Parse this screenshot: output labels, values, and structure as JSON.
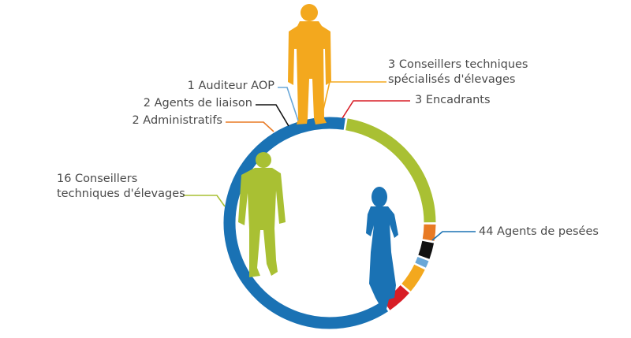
{
  "chart_data": {
    "type": "donut",
    "title": "",
    "total": 71,
    "series": [
      {
        "label_lines": [
          "44 Agents de pesées"
        ],
        "value": 44,
        "color": "#1a72b4"
      },
      {
        "label_lines": [
          "16 Conseillers",
          "techniques d'élevages"
        ],
        "value": 16,
        "color": "#a9c033"
      },
      {
        "label_lines": [
          "2 Administratifs"
        ],
        "value": 2,
        "color": "#e87a24"
      },
      {
        "label_lines": [
          "2 Agents de liaison"
        ],
        "value": 2,
        "color": "#111111"
      },
      {
        "label_lines": [
          "1 Auditeur AOP"
        ],
        "value": 1,
        "color": "#69a7d8"
      },
      {
        "label_lines": [
          "3 Conseillers techniques",
          "spécialisés d'élevages"
        ],
        "value": 3,
        "color": "#f3a81e"
      },
      {
        "label_lines": [
          "3 Encadrants"
        ],
        "value": 3,
        "color": "#d81d26"
      }
    ]
  },
  "icons": {
    "orange_figure": "standing-man-icon",
    "green_figure": "walking-man-icon",
    "blue_figure": "standing-woman-icon"
  }
}
